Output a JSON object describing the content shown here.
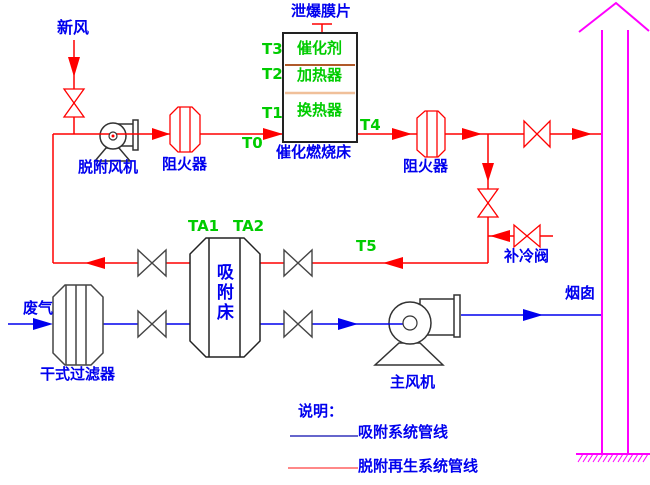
{
  "labels": {
    "fresh_air": "新风",
    "desorption_fan": "脱附风机",
    "flame_arrester_left": "阻火器",
    "flame_arrester_right": "阻火器",
    "rupture_disc": "泄爆膜片",
    "catalytic_bed_name": "催化燃烧床",
    "catalyst_layer": "催化剂",
    "heater_layer": "加热器",
    "heat_exchanger_layer": "换热器",
    "cold_air_valve": "补冷阀",
    "adsorption_bed": "吸附床",
    "waste_gas": "废气",
    "dry_filter": "干式过滤器",
    "main_fan": "主风机",
    "stack": "烟囱"
  },
  "tags": {
    "t0": "T0",
    "t1": "T1",
    "t2": "T2",
    "t3": "T3",
    "t4": "T4",
    "t5": "T5",
    "ta1": "TA1",
    "ta2": "TA2"
  },
  "legend": {
    "title": "说明：",
    "adsorption_line": "吸附系统管线",
    "desorption_line": "脱附再生系统管线"
  },
  "colors": {
    "desorption_pipe": "#ff0000",
    "adsorption_pipe": "#0000ee",
    "stack_outline": "#ff00ff",
    "tag_text": "#00cc00",
    "label_text": "#0000ee",
    "catalyst_divider": "#b05a2a",
    "heater_divider": "#f0c09a",
    "legend_adsorption_swatch": "#6666cc",
    "legend_desorption_swatch": "#ff8888"
  }
}
